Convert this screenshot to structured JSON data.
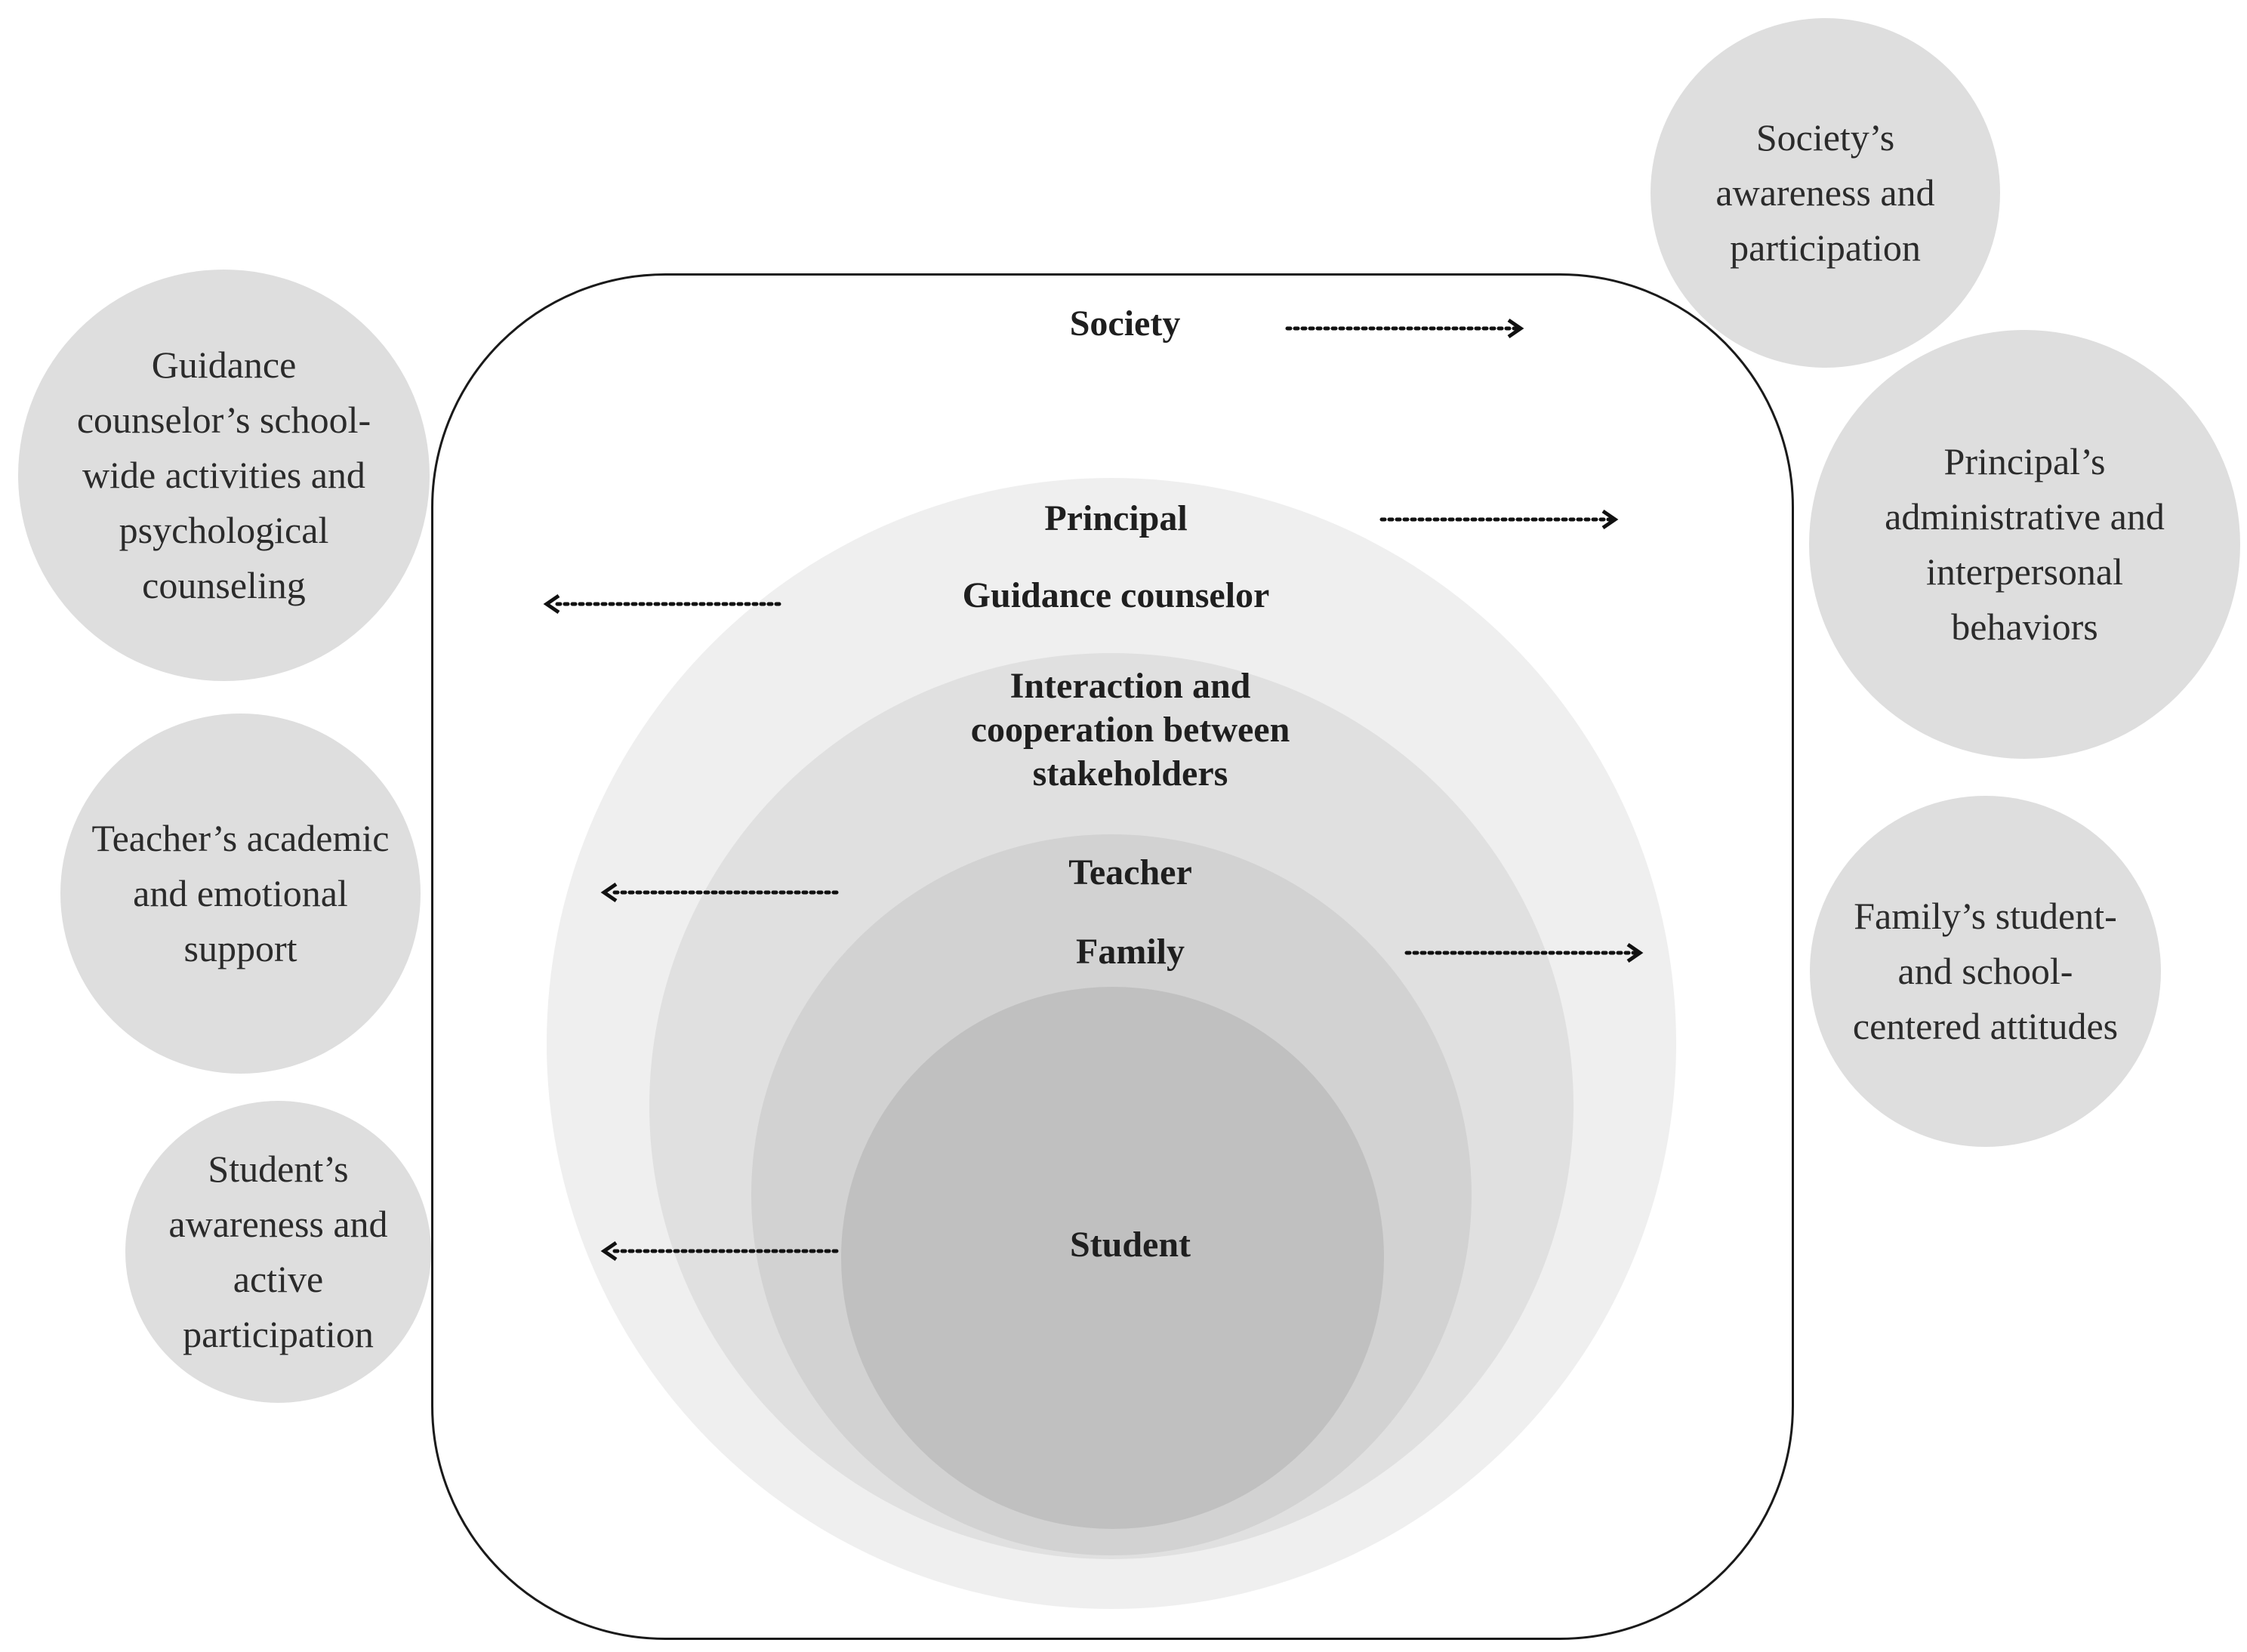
{
  "levels": {
    "society": "Society",
    "principal": "Principal",
    "guidance_counselor": "Guidance counselor",
    "interaction": "Interaction and\ncooperation between\nstakeholders",
    "teacher": "Teacher",
    "family": "Family",
    "student": "Student"
  },
  "outcomes": {
    "society": "Society’s\nawareness and\nparticipation",
    "guidance_counselor": "Guidance\ncounselor’s school-\nwide activities and\npsychological\ncounseling",
    "principal": "Principal’s\nadministrative and\ninterpersonal\nbehaviors",
    "teacher": "Teacher’s academic\nand emotional\nsupport",
    "family": "Family’s student-\nand school-\ncentered attitudes",
    "student": "Student’s\nawareness and\nactive\nparticipation"
  },
  "colors": {
    "outer_ring": "#efefef",
    "second_ring": "#e0e0e0",
    "third_ring": "#d2d2d2",
    "core": "#c0c0c0",
    "outcome_bubble": "#dedede",
    "arrow": "#111111"
  }
}
